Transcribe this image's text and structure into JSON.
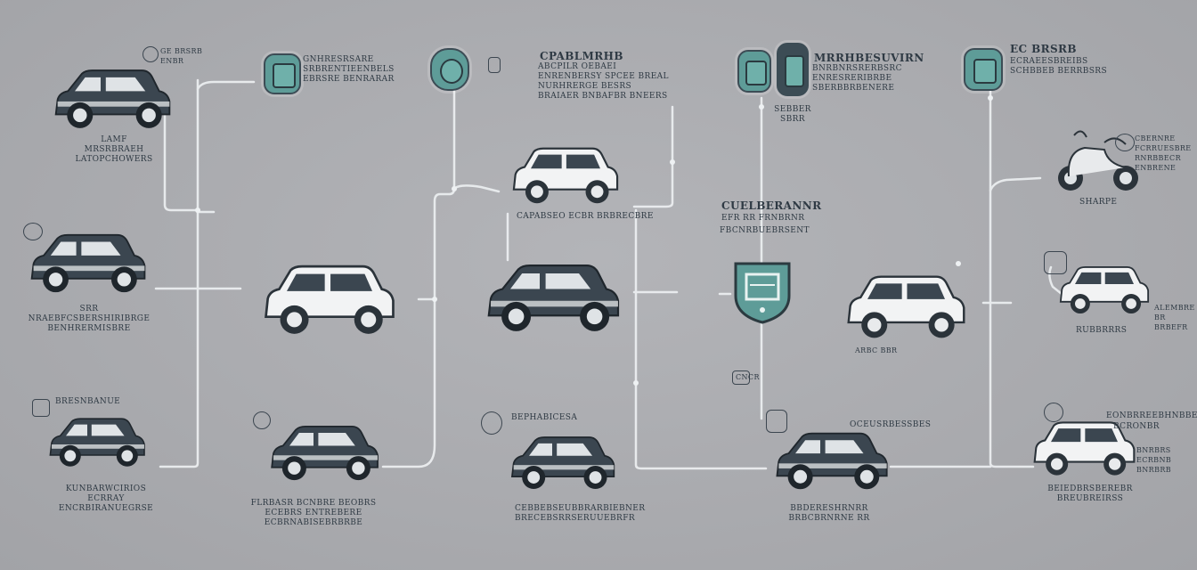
{
  "colors": {
    "background": "#a9aaae",
    "wire": "#e9ecef",
    "car_body_dark": "#3b4650",
    "car_body_light": "#f2f3f4",
    "accent_teal": "#5e9c98",
    "text": "#2f3a44"
  },
  "labels": {
    "top_left_icon_text": "GE BRSRB ENBR",
    "car1_caption": "LAMF MRSRBRAEH LATOPCHOWERS",
    "badge1_text": "GNHRESRSARE SRBRENTIEENBELS EBRSRE BENRARAR",
    "title_center": "CPABLMRHB",
    "title_center_sub": "ABCPILR OEBAEI ENRENBERSY SPCEE BREAL NURHRERGE BESRS BRAIAER BNBAFBR BNEERS",
    "top_car_caption": "CAPABSEO ECBR BRBRECBRE",
    "badge3_title": "MRRHBESUVIRN",
    "badge3_text": "BNRBNRSRERBSRC ENRESRERIBRBE SBERBBRBENERE",
    "badge3_under": "SEBBER SBRR",
    "badge4_title": "EC BRSRB",
    "badge4_text": "ECRAEESBREIBS SCHBBEB BERRBSRS",
    "mid_title": "CUELBERANNR",
    "mid_sub1": "EFR RR FRNBRNR",
    "mid_sub2": "FBCNRBUEBRSENT",
    "left_mid_caption": "SRR NRAEBFCSBERSHIRIBRGE BENHRERMISBRE",
    "right_scooter_caption": "SHARPE",
    "right_scooter_side": "CBERNRE FCRRUESBRE RNRBBECR ENBRENE",
    "right_mid_caption": "RUBBRRRS",
    "right_mid_side": "ALEMBRE BR BRBEFR",
    "center_bottom_tag": "ARBC BBR",
    "small_tag_1": "CNCR",
    "bottom_left_caption": "KUNBARWCIRIOS ECRRAY ENCRBIRANUEGRSE",
    "bottom_left_tag": "BRESNBANUE",
    "bottom2_caption": "FLRBASR BCNBRE BEOBRS ECEBRS ENTREBERE ECBRNABISEBRBRBE",
    "bottom2_tag": "BEPHABICESA",
    "bottom3_caption": "CEBBEBSEUBBRARBIEBNER BRECEBSRRSERUUEBRFR",
    "bottom4_title": "OCEUSRBESSBES",
    "bottom4_caption": "BBDERESHRNRR BRBCBRNRNE RR",
    "bottom5_title": "EONBRREEBHNBBE",
    "bottom5_sub": "BCRONBR",
    "bottom5_side": "BNRBRS ECRBNB BNRBRB",
    "bottom5_caption": "BEIEDBRSBEREBR BREUBREIRSS"
  },
  "icons": [
    "car-icon",
    "phone-icon",
    "shield-icon",
    "scooter-icon",
    "lock-icon",
    "chip-icon",
    "tablet-icon"
  ]
}
